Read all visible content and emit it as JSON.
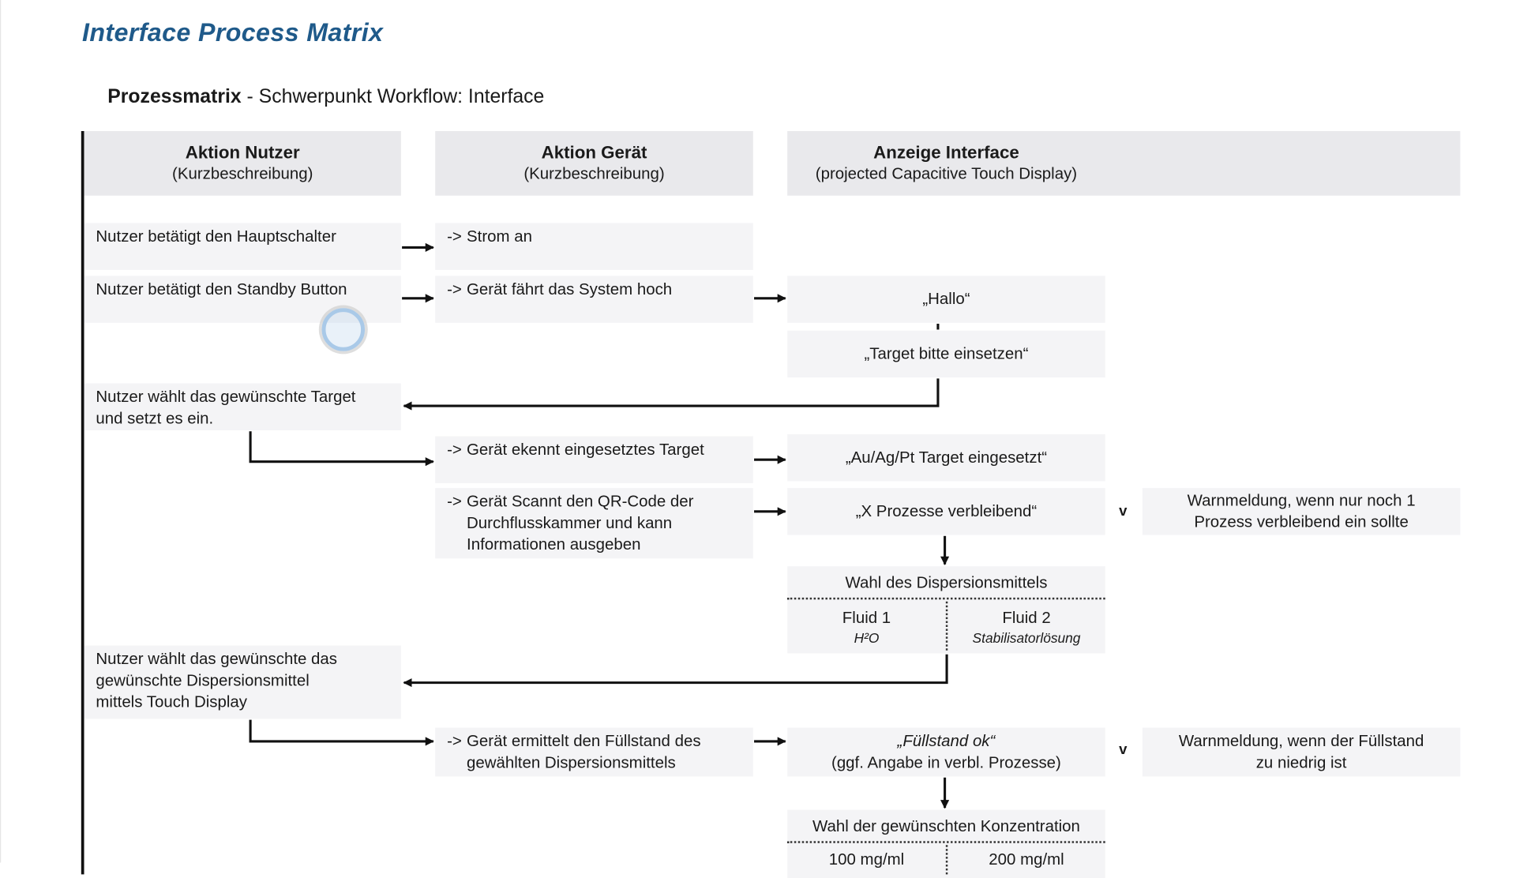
{
  "title": "Interface Process Matrix",
  "subtitle": {
    "bold": "Prozessmatrix",
    "rest": " - Schwerpunkt Workflow: Interface"
  },
  "headers": [
    {
      "title": "Aktion Nutzer",
      "sub": "(Kurzbeschreibung)"
    },
    {
      "title": "Aktion Gerät",
      "sub": "(Kurzbeschreibung)"
    },
    {
      "title": "Anzeige Interface",
      "sub": "(projected Capacitive Touch Display)"
    }
  ],
  "user_actions": {
    "main_switch": "Nutzer betätigt den Hauptschalter",
    "standby": "Nutzer betätigt den Standby Button",
    "target_1": "Nutzer wählt das gewünschte Target",
    "target_2": "und setzt es ein.",
    "disp_1": "Nutzer wählt das gewünschte das",
    "disp_2": "gewünschte Dispersionsmittel",
    "disp_3": "mittels Touch Display"
  },
  "device_actions": {
    "arrow": "->",
    "power": "Strom an",
    "boot": "Gerät fährt das System hoch",
    "recognize": "Gerät ekennt eingesetztes Target",
    "scan_1": "Gerät Scannt den QR-Code der",
    "scan_2": "Durchflusskammer und kann",
    "scan_3": "Informationen ausgeben",
    "fill_1": "Gerät ermittelt den Füllstand des",
    "fill_2": "gewählten Dispersionsmittels"
  },
  "display": {
    "hello": "„Hallo“",
    "insert_target": "„Target bitte einsetzen“",
    "target_inserted": "„Au/Ag/Pt Target eingesetzt“",
    "processes_x": "„X",
    "processes_rest": " Prozesse verbleibend“",
    "disp_choice": "Wahl des Dispersionsmittels",
    "fluid1": "Fluid 1",
    "fluid1_sub": "H²O",
    "fluid2": "Fluid 2",
    "fluid2_sub": "Stabilisatorlösung",
    "fill_ok": "„Füllstand ok“",
    "fill_note": "(ggf. Angabe in verbl. Prozesse)",
    "conc_choice": "Wahl der gewünschten Konzentration",
    "conc1": "100 mg/ml",
    "conc2": "200 mg/ml"
  },
  "or_symbol": "v",
  "warnings": {
    "one_process_1": "Warnmeldung, wenn nur noch 1",
    "one_process_2": "Prozess verbleibend ein sollte",
    "fill_low_1": "Warnmeldung, wenn der Füllstand",
    "fill_low_2": "zu niedrig ist"
  },
  "colors": {
    "title": "#1f5a8a",
    "box": "#f4f4f6",
    "header": "#e9e9ec",
    "line": "#111111",
    "cursor": "#a9c9e8"
  }
}
